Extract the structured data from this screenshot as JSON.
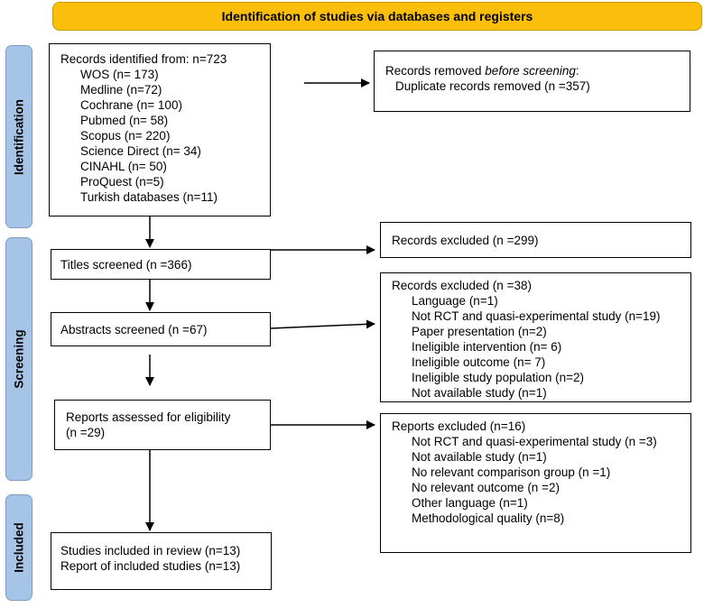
{
  "banner": "Identification of studies via databases and registers",
  "phases": {
    "identification": "Identification",
    "screening": "Screening",
    "included": "Included"
  },
  "records_identified": {
    "heading": "Records identified from: n=723",
    "items": [
      "WOS (n= 173)",
      "Medline (n=72)",
      "Cochrane (n= 100)",
      "Pubmed (n= 58)",
      "Scopus (n= 220)",
      "Science Direct (n= 34)",
      "CINAHL (n= 50)",
      "ProQuest (n=5)",
      "Turkish databases (n=11)"
    ]
  },
  "records_removed": {
    "prefix": "Records removed ",
    "emphasis": "before screening",
    "suffix": ":",
    "item": "Duplicate records removed (n =357)"
  },
  "titles_screened": "Titles screened (n =366)",
  "records_excluded_1": "Records excluded (n =299)",
  "abstracts_screened": "Abstracts screened (n =67)",
  "records_excluded_2": {
    "heading": "Records excluded (n =38)",
    "items": [
      "Language (n=1)",
      "Not RCT and quasi-experimental study (n=19)",
      "Paper presentation (n=2)",
      "Ineligible intervention (n= 6)",
      "Ineligible outcome (n= 7)",
      "Ineligible study population (n=2)",
      "Not available study (n=1)"
    ]
  },
  "reports_assessed": {
    "line1": "Reports assessed for eligibility",
    "line2": "(n =29)"
  },
  "reports_excluded": {
    "heading": "Reports excluded (n=16)",
    "items": [
      "Not RCT and quasi-experimental study (n =3)",
      "Not available study (n=1)",
      "No relevant comparison group (n =1)",
      "No relevant outcome (n =2)",
      "Other language (n=1)",
      "Methodological quality (n=8)"
    ]
  },
  "included": {
    "line1": "Studies included in review (n=13)",
    "line2": "Report of included studies (n=13)"
  },
  "colors": {
    "banner": "#fbbf0b",
    "phase": "#a6c5e6"
  }
}
